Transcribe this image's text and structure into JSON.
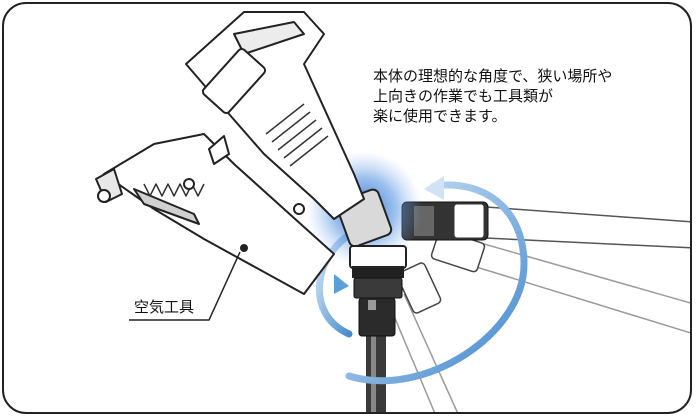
{
  "caption": {
    "line1": "本体の理想的な角度で、狭い場所や",
    "line2": "上向きの作業でも工具類が",
    "line3": "楽に使用できます。"
  },
  "tool_label": "空気工具",
  "colors": {
    "frame_border": "#222222",
    "rotation_arrow": "#5aa0d8",
    "glow": "#2a6fd0"
  },
  "icons": [
    "air-tool",
    "swivel-joint",
    "rotation-arrow",
    "hose"
  ]
}
